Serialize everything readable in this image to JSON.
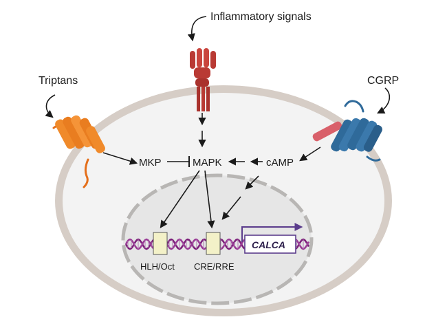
{
  "labels": {
    "inflammatory_signals": "Inflammatory signals",
    "triptans": "Triptans",
    "cgrp": "CGRP",
    "mkp": "MKP",
    "mapk": "MAPK",
    "camp": "cAMP",
    "hlh_oct": "HLH/Oct",
    "cre_rre": "CRE/RRE",
    "gene": "CALCA"
  },
  "colors": {
    "cell_membrane": "#cfc6bf",
    "cell_fill": "#f1f1f1",
    "nucleus_fill": "#e6e6e6",
    "nucleus_border": "#b5b3b1",
    "receptor_inflammatory": "#b93a34",
    "receptor_triptan": "#f08a2a",
    "receptor_cgrp": "#2f6a9a",
    "cgrp_ligand": "#d9606a",
    "dna_strand": "#7b1f79",
    "promoter_box": "#f3f1c8",
    "gene_box_border": "#5b3c8c",
    "arrow": "#1a1a1a"
  },
  "icons": [
    "curved-arrow-icon",
    "receptor-icon",
    "dna-helix-icon",
    "promoter-arrow-icon"
  ]
}
